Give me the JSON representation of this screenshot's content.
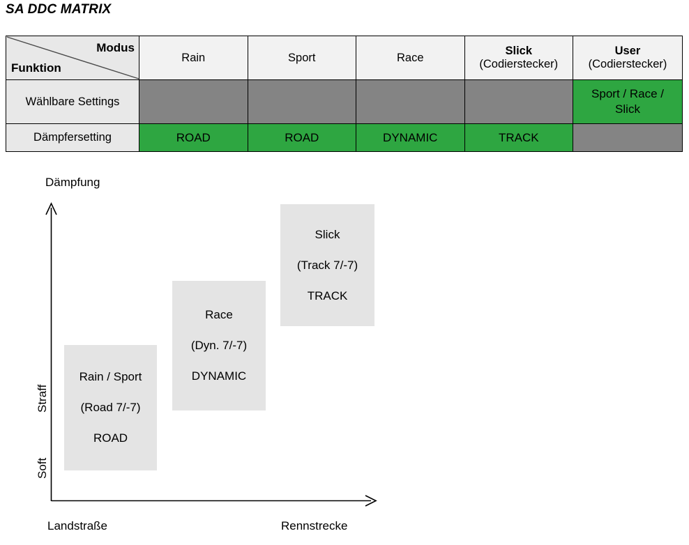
{
  "page_title": "SA DDC MATRIX",
  "colors": {
    "green": "#2ea641",
    "gray_block": "#848484",
    "header_gray": "#e8e8e8",
    "mode_header_gray": "#f2f2f2",
    "box_gray": "#e4e4e4"
  },
  "matrix": {
    "corner": {
      "column_axis_label": "Modus",
      "row_axis_label": "Funktion"
    },
    "mode_columns": [
      {
        "name": "Rain",
        "sub": "",
        "bold": false
      },
      {
        "name": "Sport",
        "sub": "",
        "bold": false
      },
      {
        "name": "Race",
        "sub": "",
        "bold": false
      },
      {
        "name": "Slick",
        "sub": "(Codierstecker)",
        "bold": true
      },
      {
        "name": "User",
        "sub": "(Codierstecker)",
        "bold": true
      }
    ],
    "rows": [
      {
        "label": "Wählbare Settings",
        "cells": [
          {
            "state": "gray",
            "text": ""
          },
          {
            "state": "gray",
            "text": ""
          },
          {
            "state": "gray",
            "text": ""
          },
          {
            "state": "gray",
            "text": ""
          },
          {
            "state": "green",
            "text": "Sport / Race / Slick"
          }
        ]
      },
      {
        "label": "Dämpfersetting",
        "cells": [
          {
            "state": "green",
            "text": "ROAD"
          },
          {
            "state": "green",
            "text": "ROAD"
          },
          {
            "state": "green",
            "text": "DYNAMIC"
          },
          {
            "state": "green",
            "text": "TRACK"
          },
          {
            "state": "gray",
            "text": ""
          }
        ]
      }
    ]
  },
  "chart_data": {
    "type": "scatter",
    "title": "",
    "ylabel": "Dämpfung",
    "xlabel": "",
    "y_axis_ticks": [
      "Soft",
      "Straff"
    ],
    "x_axis_ticks": [
      "Landstraße",
      "Rennstrecke"
    ],
    "grid": false,
    "legend": "none",
    "xlim": [
      0,
      1
    ],
    "ylim": [
      0,
      1
    ],
    "boxes": [
      {
        "id": "rain-sport",
        "mode": "Rain / Sport",
        "setting": "(Road 7/-7)",
        "damper": "ROAD",
        "x": 0.16,
        "y": 0.28
      },
      {
        "id": "race",
        "mode": "Race",
        "setting": "(Dyn. 7/-7)",
        "damper": "DYNAMIC",
        "x": 0.46,
        "y": 0.52
      },
      {
        "id": "slick",
        "mode": "Slick",
        "setting": "(Track 7/-7)",
        "damper": "TRACK",
        "x": 0.77,
        "y": 0.78
      }
    ]
  }
}
